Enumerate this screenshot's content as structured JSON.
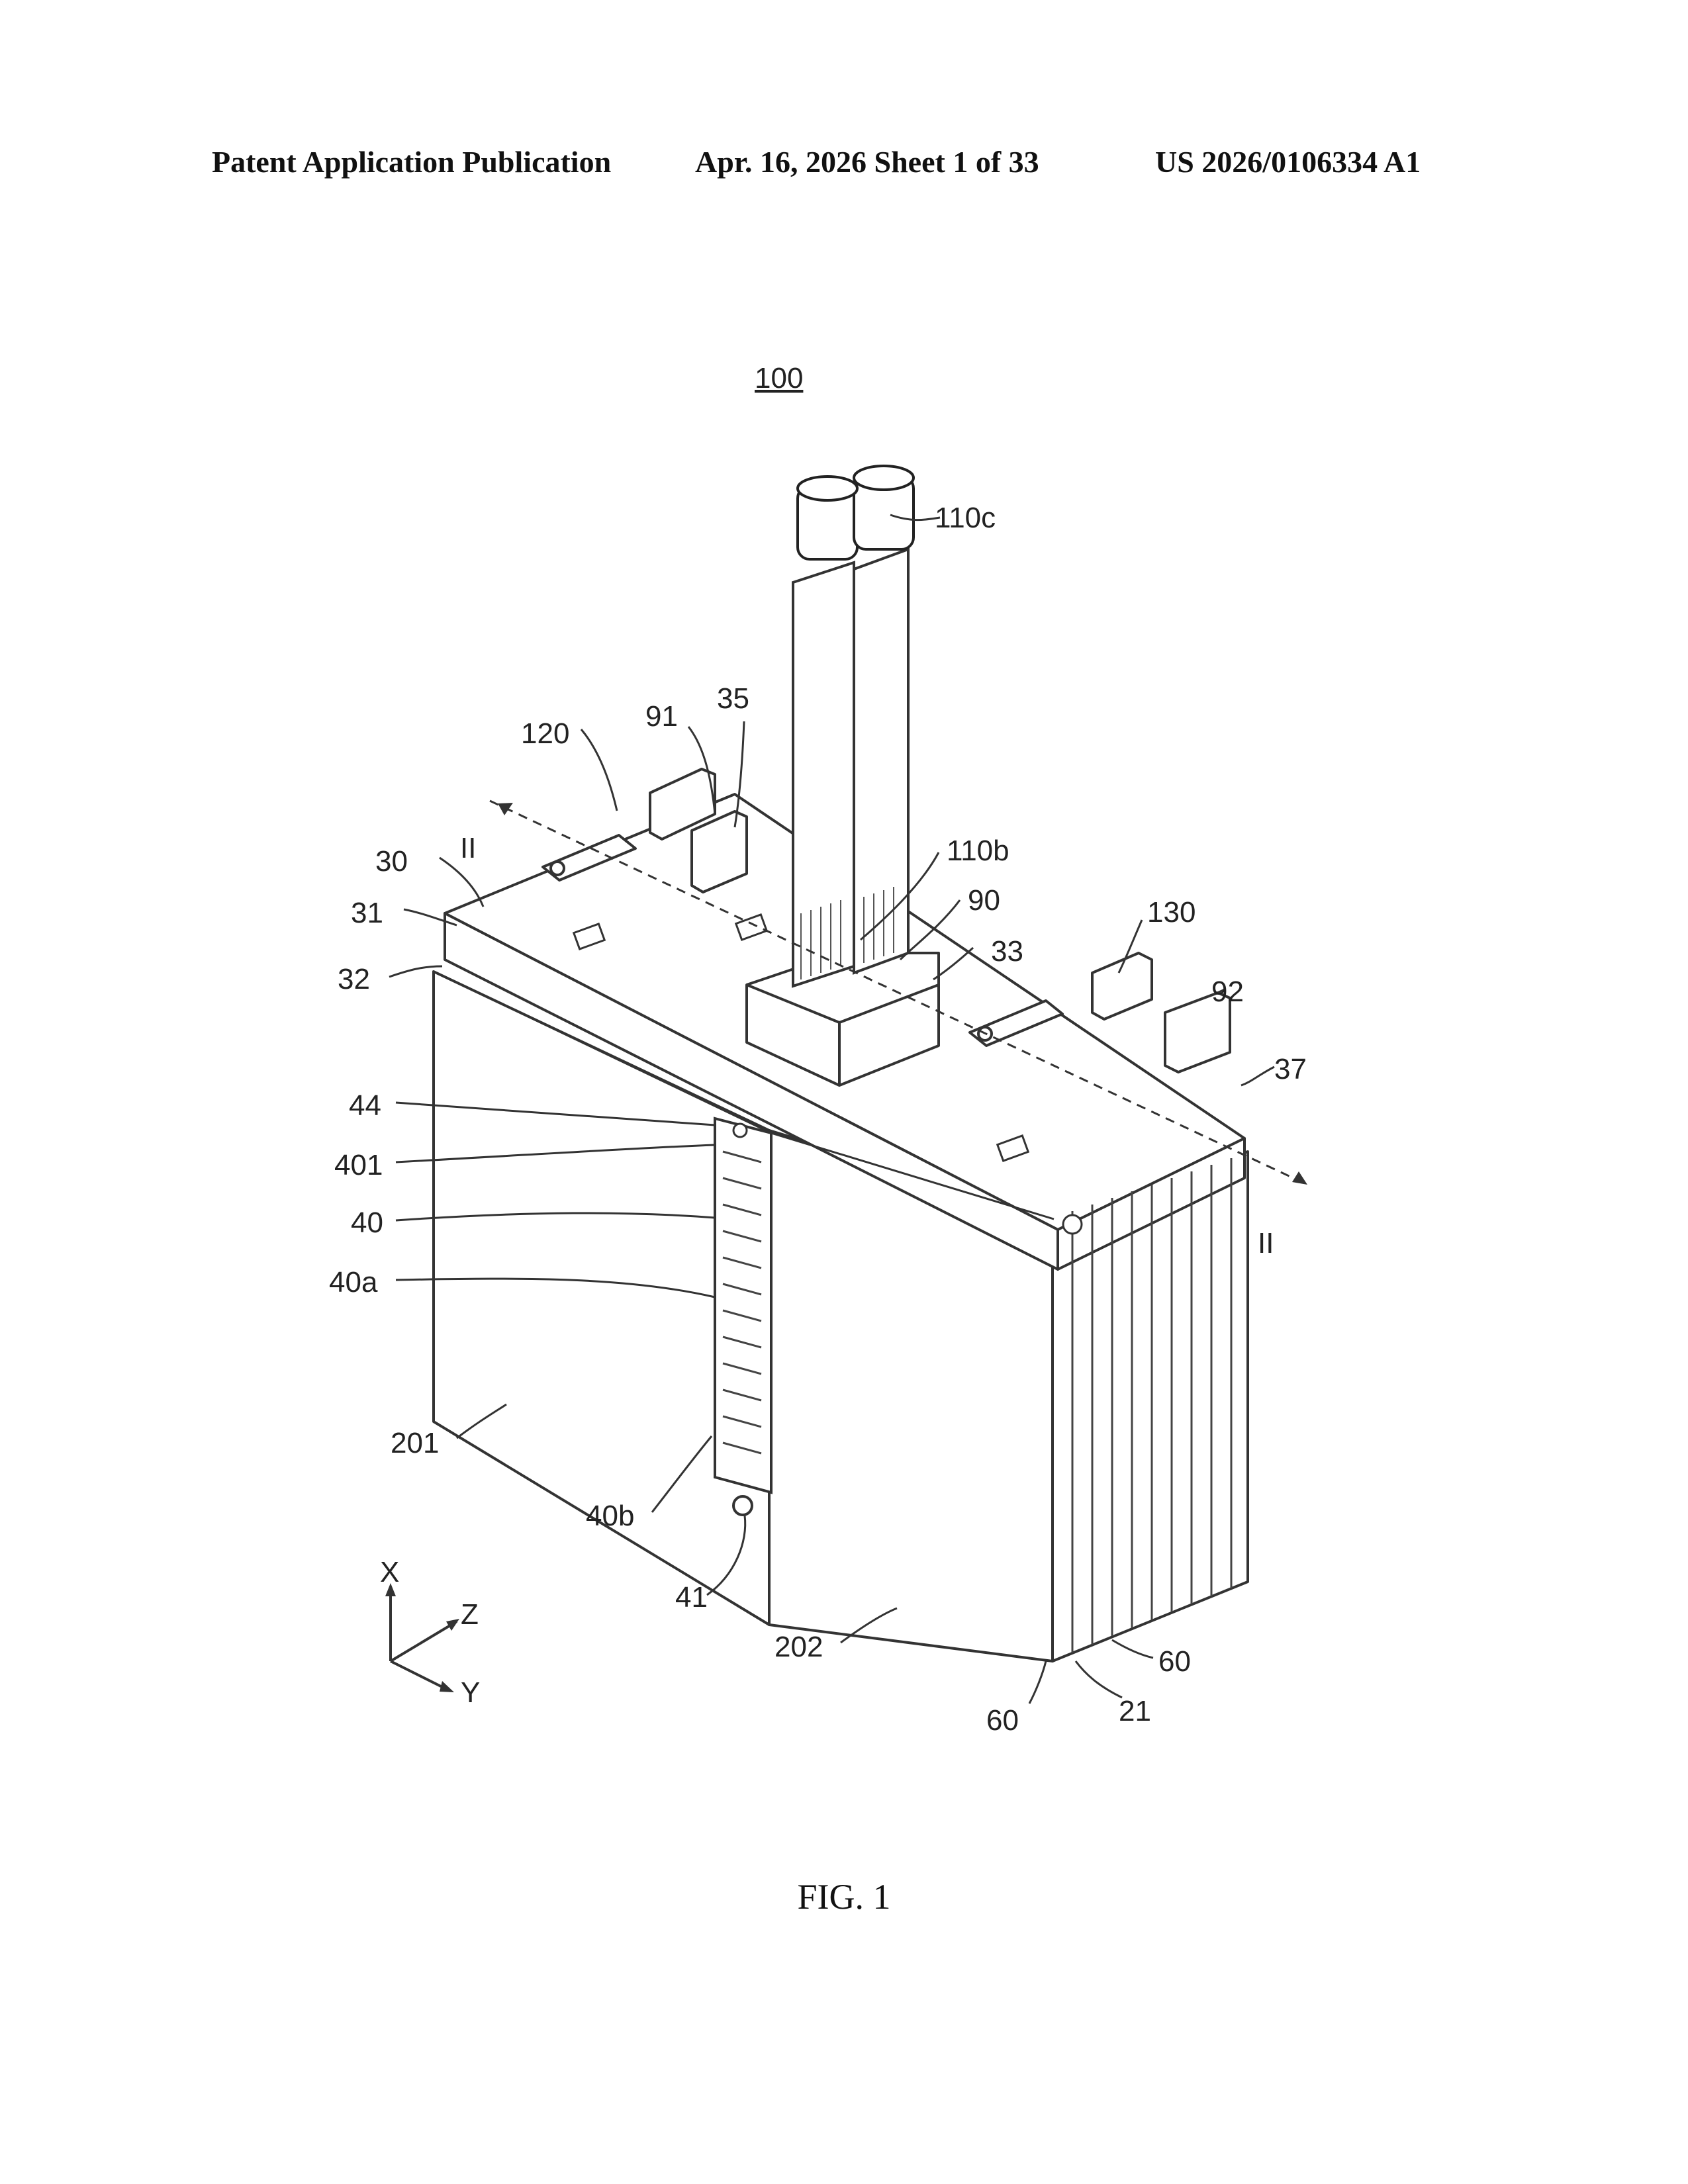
{
  "header": {
    "publication": "Patent Application Publication",
    "date_sheet": "Apr. 16, 2026  Sheet 1 of 33",
    "number": "US 2026/0106334 A1"
  },
  "figure": {
    "main_ref": "100",
    "labels": {
      "l110c": "110c",
      "l120": "120",
      "l91": "91",
      "l35": "35",
      "l110b": "110b",
      "l90": "90",
      "l33": "33",
      "l130": "130",
      "l92": "92",
      "l37": "37",
      "l30": "30",
      "l31": "31",
      "l32": "32",
      "lII_left": "II",
      "lII_right": "II",
      "l44": "44",
      "l401": "401",
      "l40": "40",
      "l40a": "40a",
      "l201": "201",
      "l40b": "40b",
      "l41": "41",
      "l202": "202",
      "l60a": "60",
      "l60b": "60",
      "l21": "21",
      "axis_x": "X",
      "axis_y": "Y",
      "axis_z": "Z"
    }
  },
  "caption": "FIG. 1"
}
